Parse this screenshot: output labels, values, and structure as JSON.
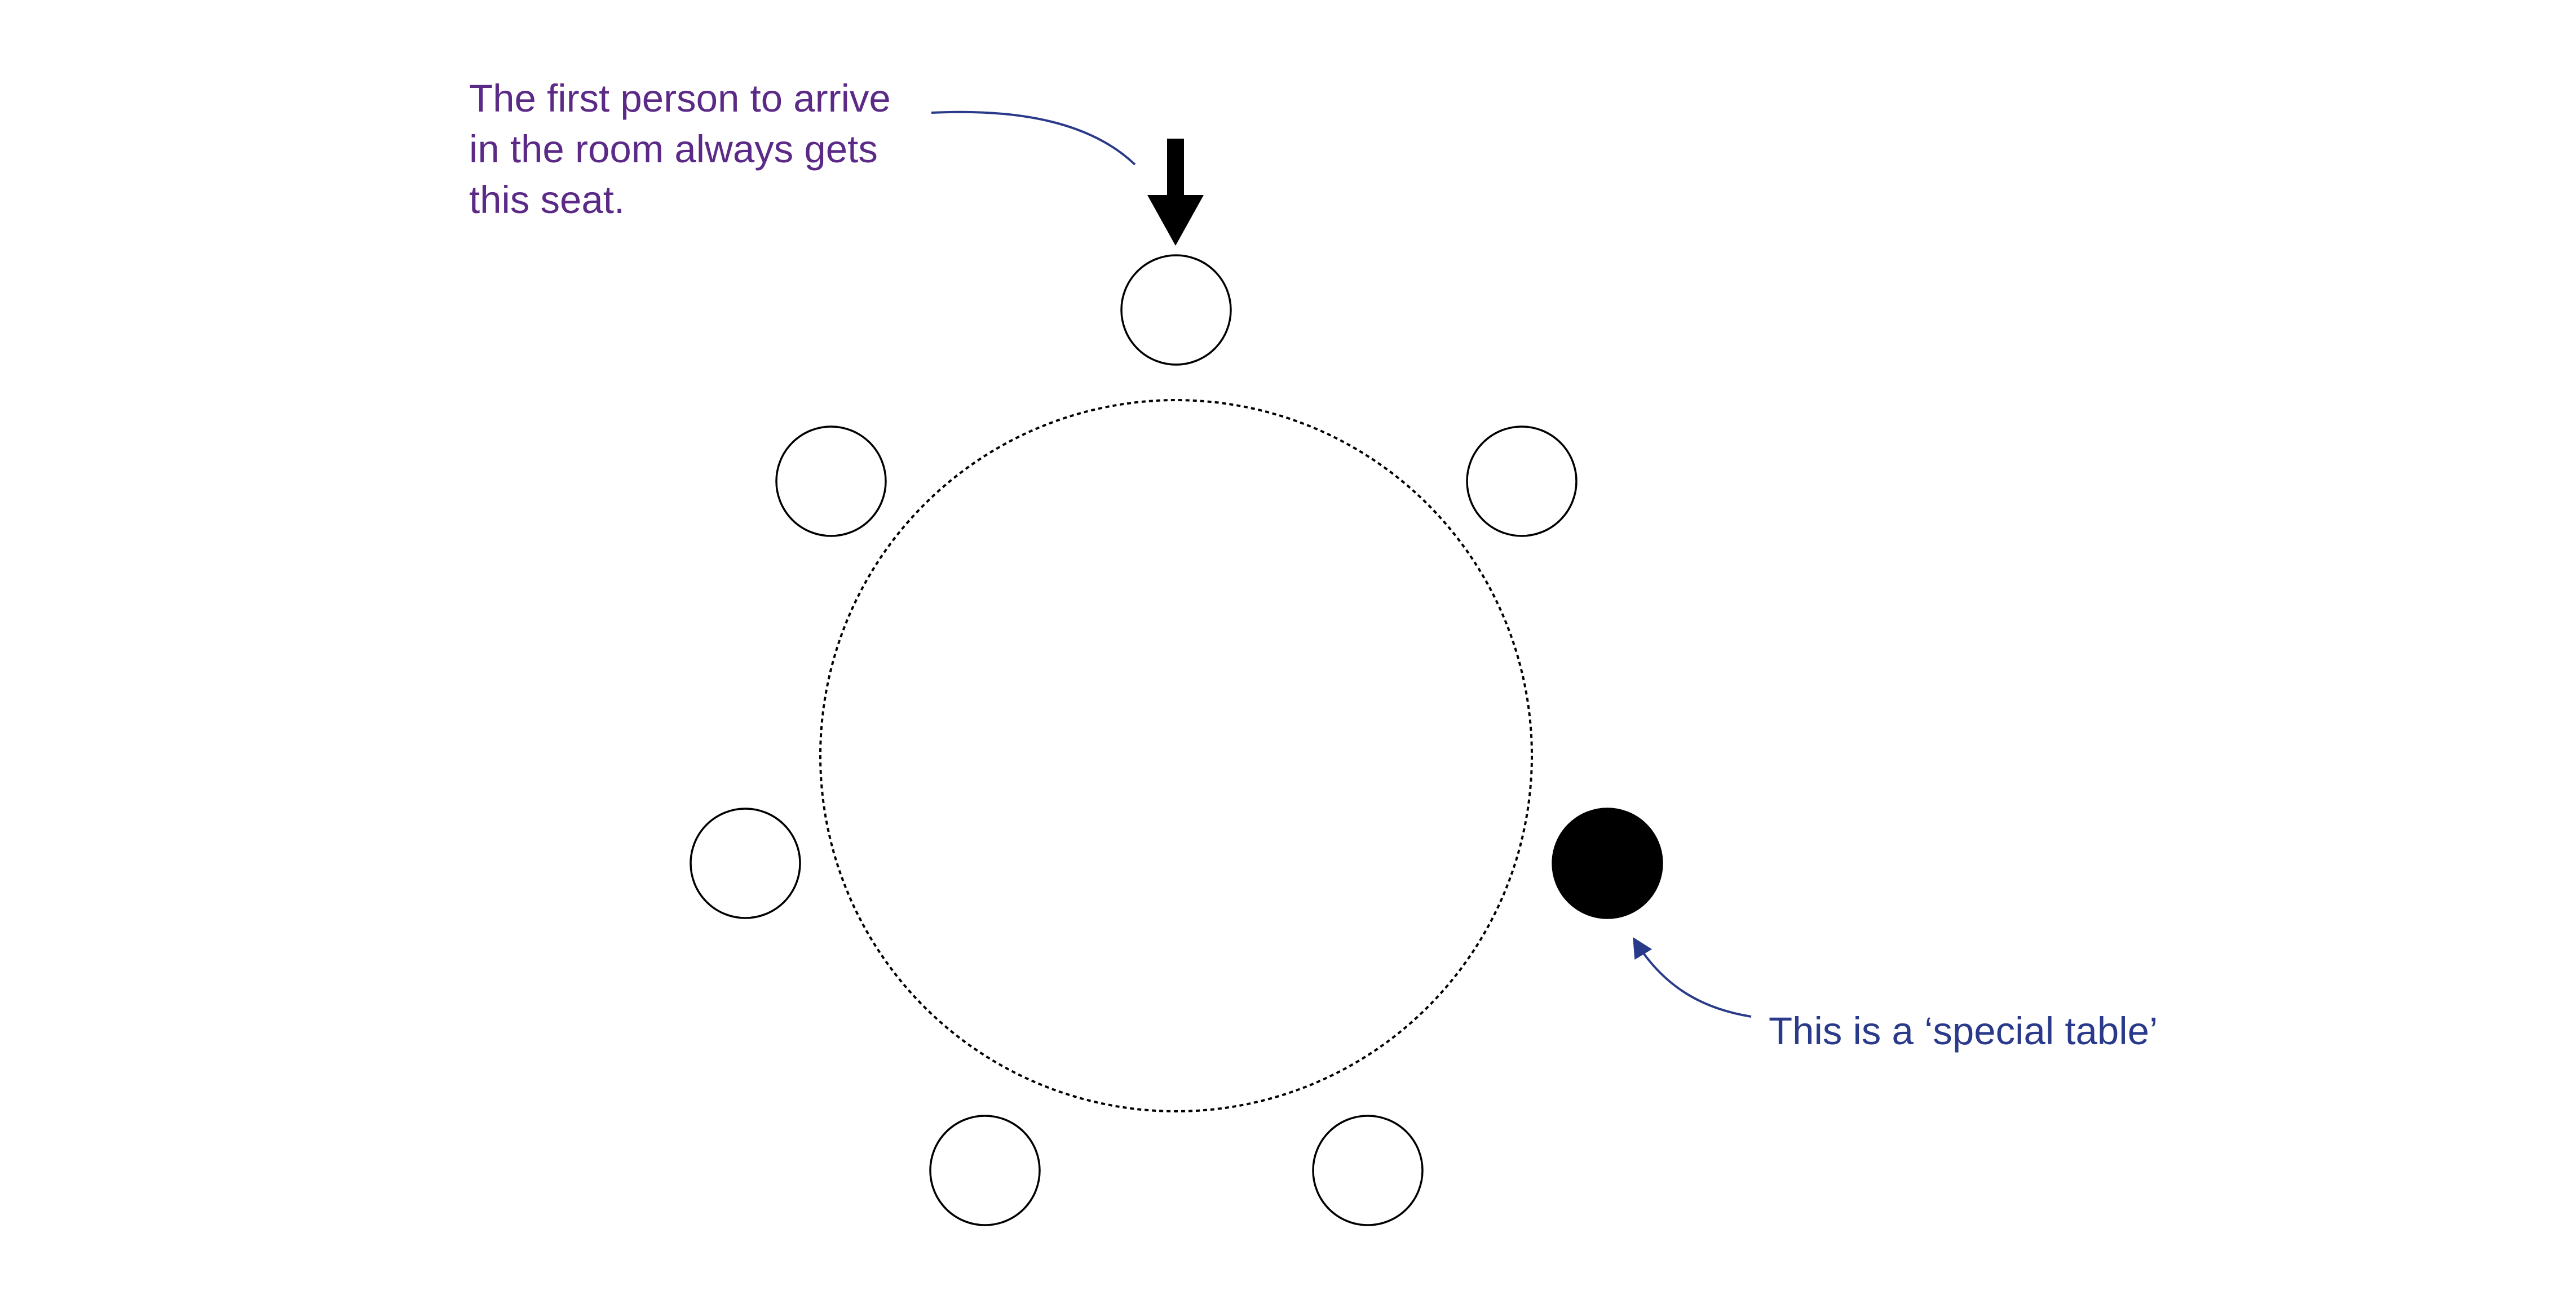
{
  "annotations": {
    "first_seat": {
      "lines": [
        "The first person to arrive",
        "in the room always gets",
        "this seat."
      ],
      "color": "#5b2a86"
    },
    "special_table": {
      "text": "This is a ‘special table’",
      "color": "#2a3a8a"
    }
  },
  "diagram": {
    "table_count": 1,
    "seat_count": 7,
    "special_seat_count": 1,
    "seat_colors": {
      "normal": "#ffffff",
      "special": "#000000"
    },
    "icons": [
      "arrow-down-icon",
      "curved-pointer-arrow-icon"
    ]
  }
}
